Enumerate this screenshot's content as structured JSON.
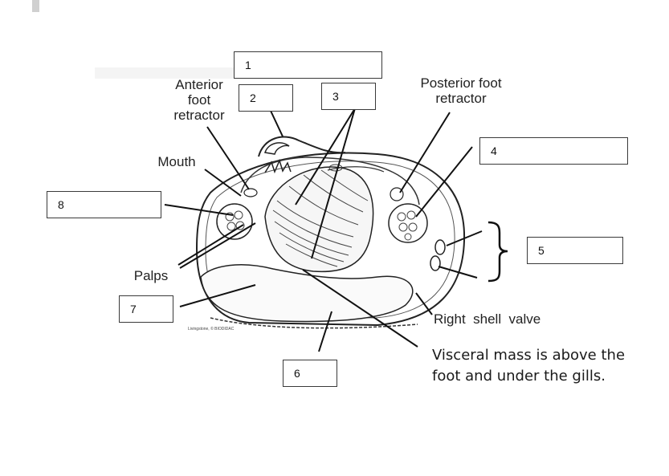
{
  "diagram": {
    "labels": {
      "anterior_foot_retractor": [
        "Anterior",
        "foot",
        "retractor"
      ],
      "posterior_foot_retractor": [
        "Posterior foot",
        "retractor"
      ],
      "mouth": "Mouth",
      "palps": "Palps",
      "right_shell_valve": "Right  shell  valve"
    },
    "note": [
      "Visceral mass is above the",
      "foot and under the gills."
    ],
    "credit": "Livingstone, © BIODIDAC",
    "answer_boxes": [
      "1",
      "2",
      "3",
      "4",
      "5",
      "6",
      "7",
      "8"
    ]
  }
}
